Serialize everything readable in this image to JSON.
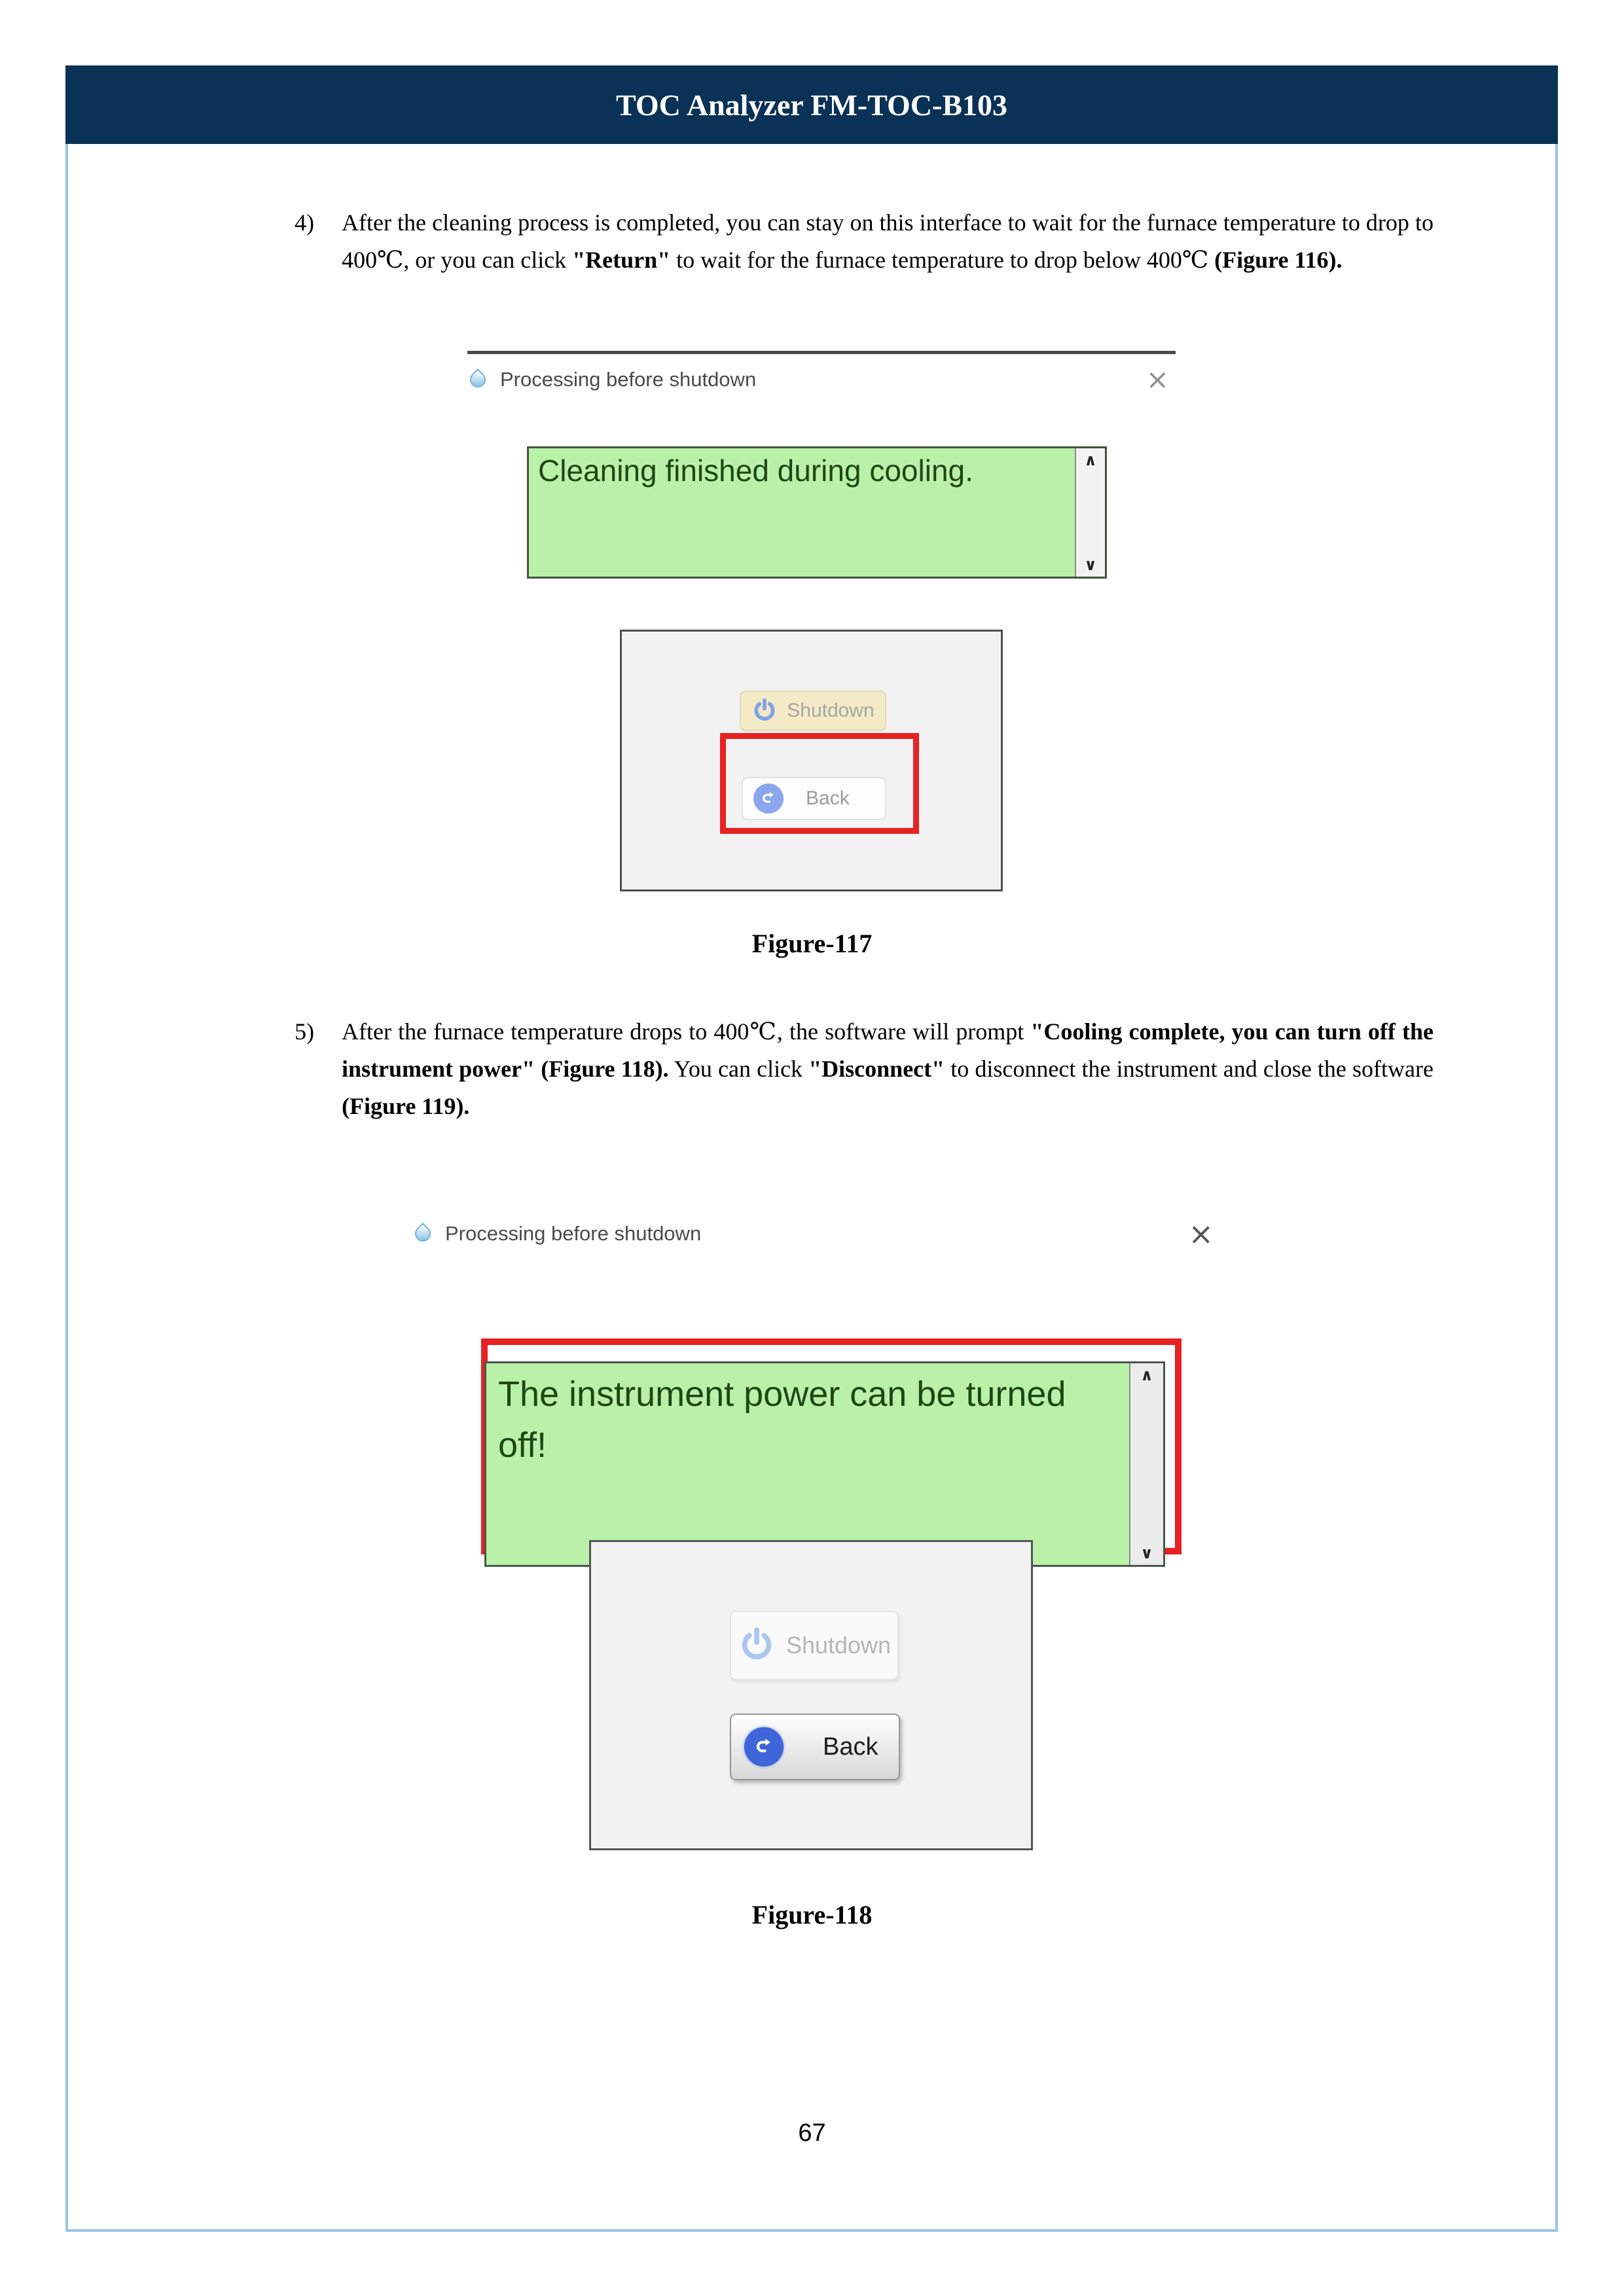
{
  "header": {
    "title": "TOC Analyzer FM-TOC-B103"
  },
  "steps": {
    "step4": {
      "marker": "4)",
      "seg1": "After the cleaning process is completed, you can stay on this interface to wait for the furnace temperature to drop to 400℃, or you can click ",
      "seg2": "\"Return\"",
      "seg3": " to wait for the furnace temperature to drop below 400℃ ",
      "seg4": "(Figure 116)."
    },
    "step5": {
      "marker": "5)",
      "seg1": "After the furnace temperature drops to 400℃, the software will prompt ",
      "seg2": "\"Cooling complete, you can turn off the instrument power\" (Figure 118).",
      "seg3": " You can click ",
      "seg4": "\"Disconnect\"",
      "seg5": " to disconnect the instrument and close the software ",
      "seg6": "(Figure 119)."
    }
  },
  "figure117": {
    "window_title": "Processing before shutdown",
    "message": "Cleaning finished during cooling.",
    "shutdown_label": "Shutdown",
    "back_label": "Back",
    "caption": "Figure-117"
  },
  "figure118": {
    "window_title": "Processing before shutdown",
    "message": "The instrument power can be turned off!",
    "shutdown_label": "Shutdown",
    "back_label": "Back",
    "caption": "Figure-118"
  },
  "glyphs": {
    "close": "×",
    "scroll_up": "∧",
    "scroll_down": "∨"
  },
  "colors": {
    "header_navy": "#0a3156",
    "page_border_blue": "#9cc3e6",
    "message_green_bg": "#b9f1a9",
    "message_green_text": "#1d4713",
    "highlight_red": "#e62222",
    "shutdown_tan": "#f5eac6",
    "icon_blue": "#7fa3e8"
  },
  "page": {
    "number": "67"
  }
}
